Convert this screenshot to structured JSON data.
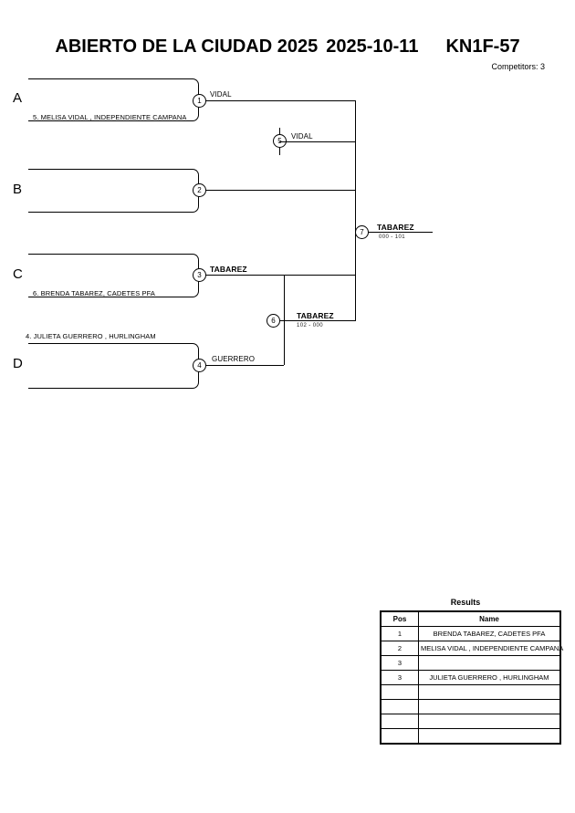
{
  "header": {
    "title": "ABIERTO DE LA CIUDAD 2025",
    "date": "2025-10-11",
    "category": "KN1F-57",
    "competitors_label": "Competitors: 3"
  },
  "bracket": {
    "side_labels": [
      {
        "id": "A",
        "label": "A"
      },
      {
        "id": "B",
        "label": "B"
      },
      {
        "id": "C",
        "label": "C"
      },
      {
        "id": "D",
        "label": "D"
      }
    ],
    "entries": [
      {
        "seed": "5.",
        "text": "5. MELISA VIDAL , INDEPENDIENTE CAMPANA"
      },
      {
        "seed": "6.",
        "text": "6. BRENDA TABAREZ, CADETES PFA"
      },
      {
        "seed": "4.",
        "text": "4. JULIETA GUERRERO , HURLINGHAM"
      }
    ],
    "matches": [
      {
        "number": "1",
        "winner": "VIDAL",
        "score": ""
      },
      {
        "number": "2",
        "winner": "",
        "score": ""
      },
      {
        "number": "3",
        "winner": "TABAREZ",
        "score": ""
      },
      {
        "number": "4",
        "winner": "GUERRERO",
        "score": ""
      },
      {
        "number": "5",
        "winner": "VIDAL",
        "score": ""
      },
      {
        "number": "6",
        "winner": "TABAREZ",
        "score": "102 - 000"
      },
      {
        "number": "7",
        "winner": "TABAREZ",
        "score": "000 - 101"
      }
    ]
  },
  "results": {
    "title": "Results",
    "columns": [
      "Pos",
      "Name"
    ],
    "rows": [
      {
        "pos": "1",
        "name": "BRENDA TABAREZ, CADETES PFA"
      },
      {
        "pos": "2",
        "name": "MELISA VIDAL , INDEPENDIENTE CAMPANA"
      },
      {
        "pos": "3",
        "name": ""
      },
      {
        "pos": "3",
        "name": "JULIETA GUERRERO , HURLINGHAM"
      },
      {
        "pos": "",
        "name": ""
      },
      {
        "pos": "",
        "name": ""
      },
      {
        "pos": "",
        "name": ""
      },
      {
        "pos": "",
        "name": ""
      }
    ]
  }
}
